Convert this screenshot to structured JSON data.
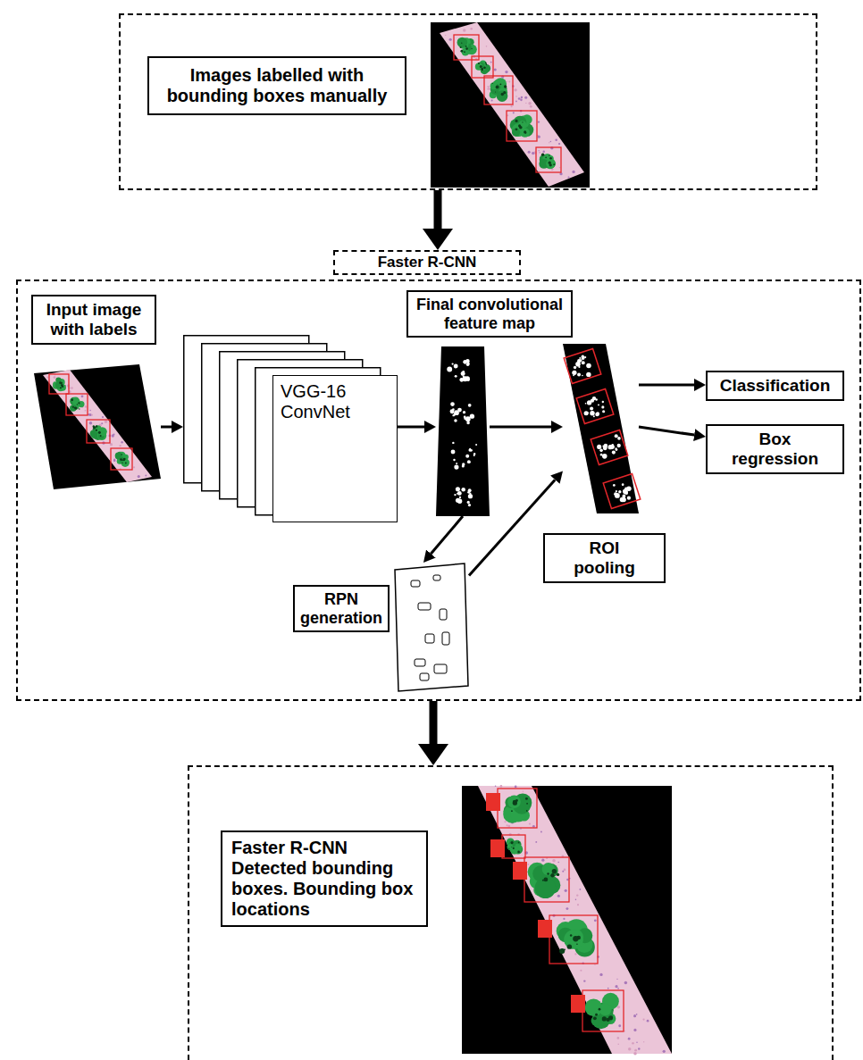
{
  "diagram": {
    "nodes": [
      {
        "text": [
          "Images labelled with bounding boxes manually"
        ]
      },
      {
        "text": [
          "Faster R-CNN"
        ]
      },
      {
        "text": [
          "Input image with labels"
        ],
        "in": 1
      },
      {
        "text": [
          "VGG-16 ConvNet"
        ],
        "in": 1
      },
      {
        "text": [
          "Final convolutional feature map"
        ],
        "in": 1
      },
      {
        "text": [
          "Classification"
        ],
        "in": 1
      },
      {
        "text": [
          "Box regression"
        ],
        "in": 1
      },
      {
        "text": [
          "ROI pooling"
        ],
        "in": 1
      },
      {
        "text": [
          "RPN generation"
        ],
        "in": 1
      },
      {
        "text": [
          "Faster R-CNN Detected bounding boxes. Bounding box locations"
        ]
      }
    ],
    "edges": [
      {
        "from": 0,
        "to": 1,
        "arrow": "to"
      },
      {
        "from": 1,
        "to": 9,
        "arrow": "to"
      },
      {
        "from": 2,
        "to": 3,
        "arrow": "to"
      },
      {
        "from": 3,
        "to": 4,
        "arrow": "to"
      },
      {
        "from": 4,
        "to": 7,
        "arrow": "to"
      },
      {
        "from": 4,
        "to": 8,
        "arrow": "to"
      },
      {
        "from": 8,
        "to": 7,
        "arrow": "to"
      },
      {
        "from": 7,
        "to": 5,
        "arrow": "to"
      },
      {
        "from": 7,
        "to": 6,
        "arrow": "to"
      }
    ]
  }
}
